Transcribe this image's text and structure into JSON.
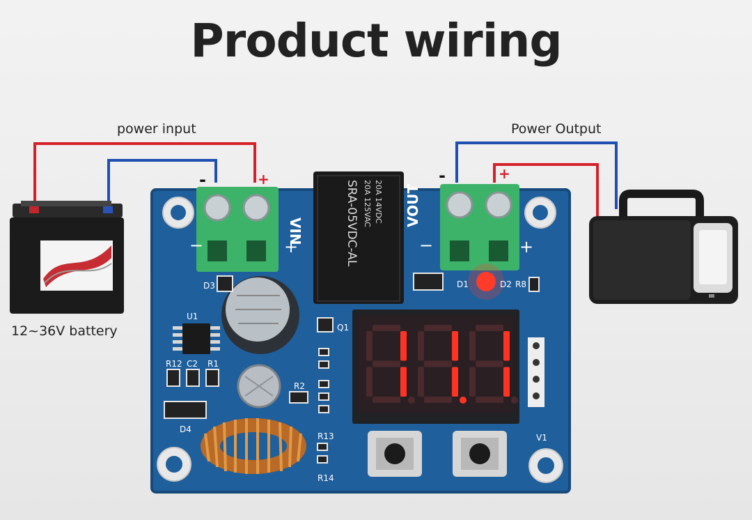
{
  "title": "Product wiring",
  "labels": {
    "power_input": "power input",
    "power_output": "Power Output",
    "battery": "12~36V battery"
  },
  "terminals": {
    "input_label": "VIN",
    "output_label": "VOUT",
    "minus": "−",
    "plus": "+",
    "minus_red": "-",
    "plus_red": "+"
  },
  "relay": {
    "line1": "20A 14VDC",
    "line2": "20A 125VAC",
    "model": "SRA-05VDC-AL"
  },
  "silkscreen": {
    "u1": "U1",
    "r12": "R12",
    "c2": "C2",
    "r1": "R1",
    "d3": "D3",
    "d4": "D4",
    "r2": "R2",
    "r13": "R13",
    "r14": "R14",
    "q1": "Q1",
    "d1": "D1",
    "d2": "D2",
    "r8": "R8",
    "v1": "V1"
  },
  "display": {
    "digits": [
      "1",
      "1",
      "1"
    ]
  },
  "colors": {
    "wire_red": "#d5202a",
    "wire_blue": "#1f4fb0",
    "pcb": "#1f5f9c",
    "terminal": "#3db36a",
    "led": "#ff3b2a"
  }
}
